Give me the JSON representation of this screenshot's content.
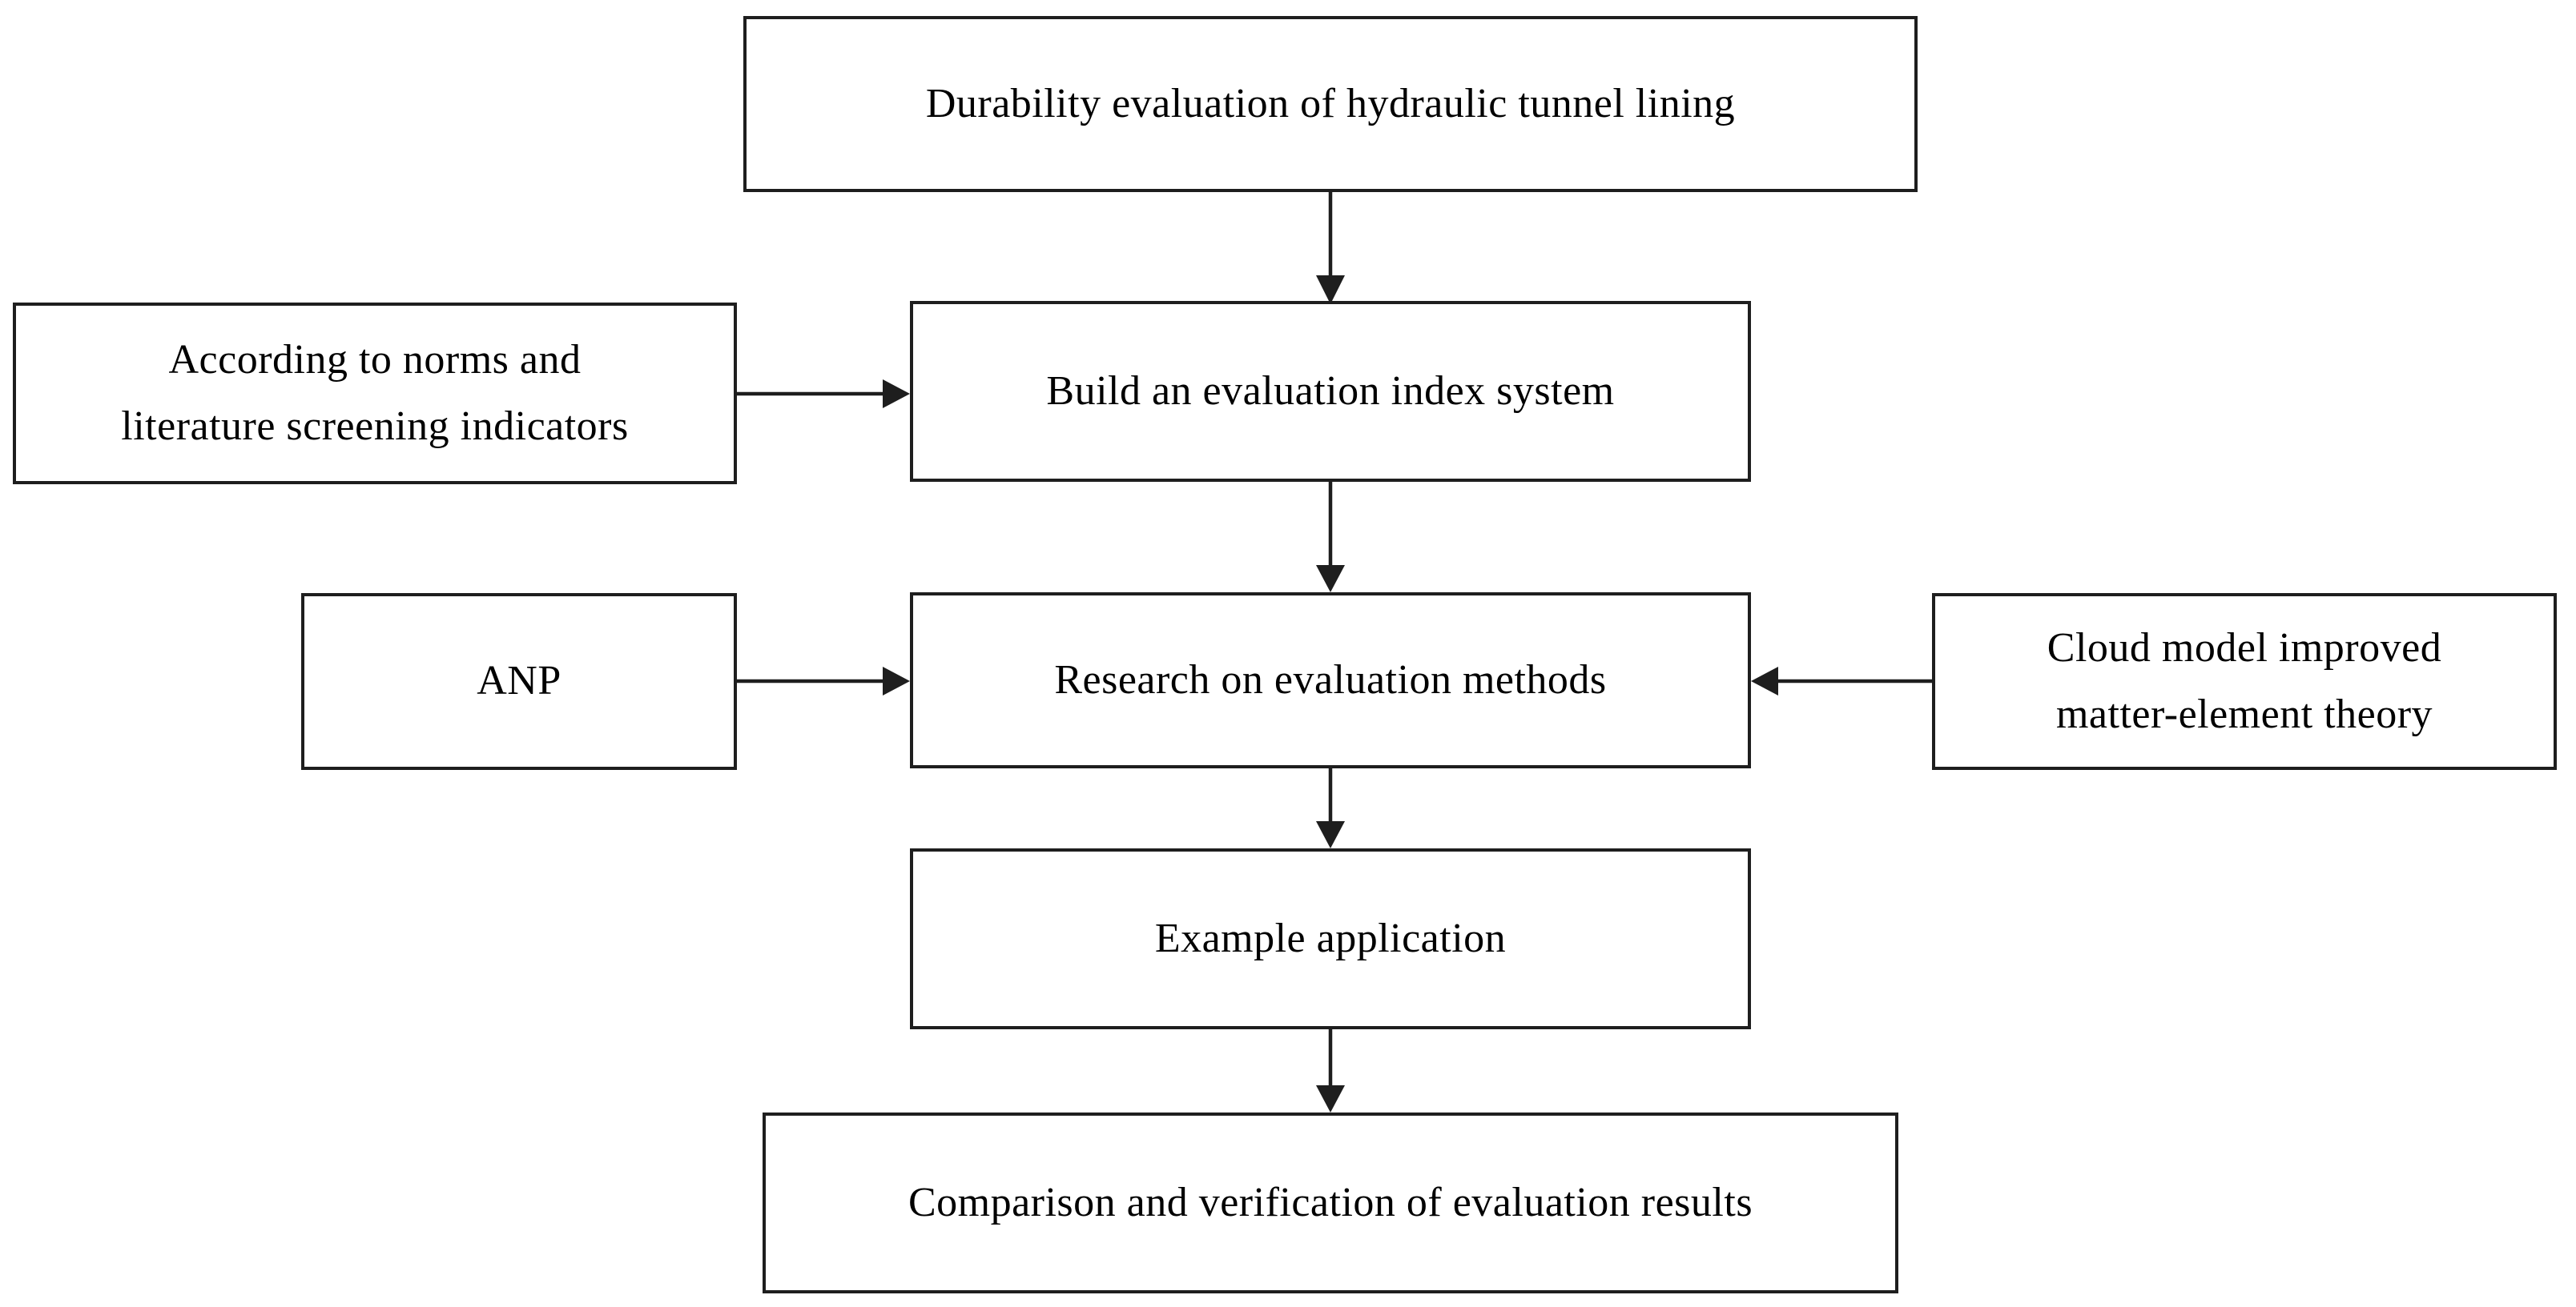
{
  "nodes": {
    "top": {
      "label": "Durability evaluation of hydraulic tunnel lining"
    },
    "norms": {
      "label": "According to norms and\nliterature screening indicators"
    },
    "build": {
      "label": "Build an evaluation index system"
    },
    "anp": {
      "label": "ANP"
    },
    "research": {
      "label": "Research on evaluation methods"
    },
    "cloud": {
      "label": "Cloud model improved\nmatter-element theory"
    },
    "example": {
      "label": "Example application"
    },
    "comparison": {
      "label": "Comparison and verification of evaluation results"
    }
  },
  "edges": [
    {
      "from": "Durability evaluation of hydraulic tunnel lining",
      "to": "Build an evaluation index system",
      "direction": "down"
    },
    {
      "from": "According to norms and literature screening indicators",
      "to": "Build an evaluation index system",
      "direction": "right"
    },
    {
      "from": "Build an evaluation index system",
      "to": "Research on evaluation methods",
      "direction": "down"
    },
    {
      "from": "ANP",
      "to": "Research on evaluation methods",
      "direction": "right"
    },
    {
      "from": "Cloud model improved matter-element theory",
      "to": "Research on evaluation methods",
      "direction": "left"
    },
    {
      "from": "Research on evaluation methods",
      "to": "Example application",
      "direction": "down"
    },
    {
      "from": "Example application",
      "to": "Comparison and verification of evaluation results",
      "direction": "down"
    }
  ],
  "colors": {
    "border": "#1e1e1e",
    "text": "#000000",
    "background": "#ffffff"
  }
}
